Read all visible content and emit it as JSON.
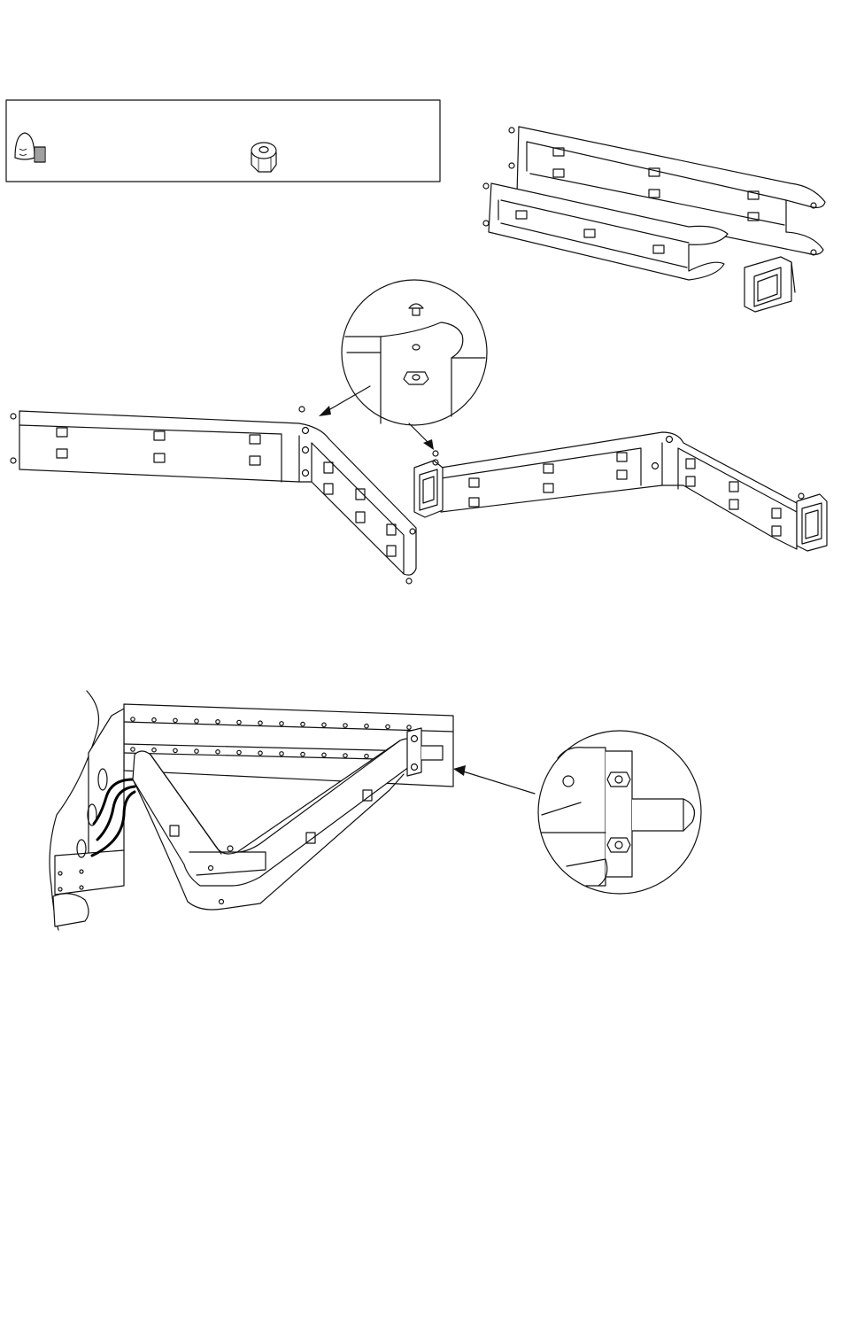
{
  "figure": {
    "type": "assembly-illustration",
    "hardware_box": {
      "items": [
        "bolt-icon",
        "hex-nut-icon"
      ]
    },
    "steps": [
      "unassembled-parts",
      "frame-assembly",
      "mounting-detail"
    ],
    "colors": {
      "line": "#111111",
      "background": "#ffffff"
    }
  }
}
